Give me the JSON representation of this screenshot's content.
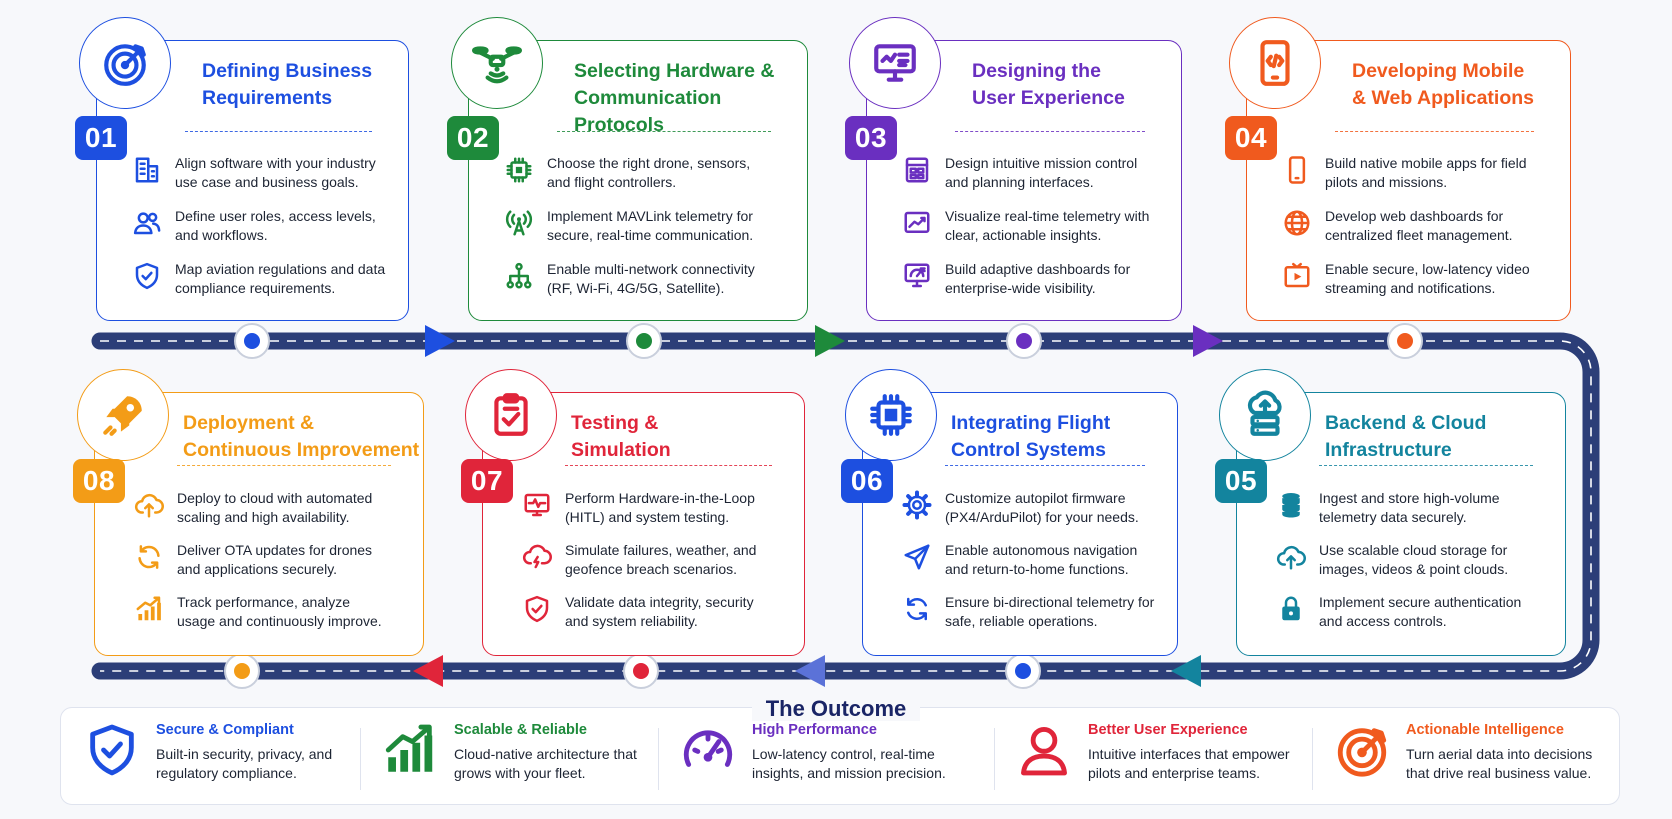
{
  "steps": [
    {
      "number": "01",
      "title": "Defining Business\nRequirements",
      "color": "#1d4fe0",
      "icon": "target-icon",
      "items": [
        {
          "icon": "building-icon",
          "text": "Align software with your industry use case and business goals."
        },
        {
          "icon": "users-icon",
          "text": "Define user roles, access levels, and workflows."
        },
        {
          "icon": "shield-check-icon",
          "text": "Map aviation regulations and data compliance requirements."
        }
      ]
    },
    {
      "number": "02",
      "title": "Selecting Hardware &\nCommunication Protocols",
      "color": "#1e8a3b",
      "icon": "drone-icon",
      "items": [
        {
          "icon": "chip-icon",
          "text": "Choose the right drone, sensors, and flight controllers."
        },
        {
          "icon": "antenna-icon",
          "text": "Implement MAVLink telemetry for secure, real-time communication."
        },
        {
          "icon": "network-icon",
          "text": "Enable multi-network connectivity (RF, Wi-Fi, 4G/5G, Satellite)."
        }
      ]
    },
    {
      "number": "03",
      "title": "Designing the\nUser Experience",
      "color": "#6a2fc0",
      "icon": "monitor-icon",
      "items": [
        {
          "icon": "layout-icon",
          "text": "Design intuitive mission control and planning interfaces."
        },
        {
          "icon": "chart-icon",
          "text": "Visualize real-time telemetry with clear, actionable insights."
        },
        {
          "icon": "dashboard-icon",
          "text": "Build adaptive dashboards for enterprise-wide visibility."
        }
      ]
    },
    {
      "number": "04",
      "title": "Developing Mobile\n& Web Applications",
      "color": "#f05a1e",
      "icon": "smartphone-code-icon",
      "items": [
        {
          "icon": "phone-icon",
          "text": "Build native mobile apps for field pilots and missions."
        },
        {
          "icon": "globe-icon",
          "text": "Develop web dashboards for centralized fleet management."
        },
        {
          "icon": "video-icon",
          "text": "Enable secure, low-latency video streaming and notifications."
        }
      ]
    },
    {
      "number": "05",
      "title": "Backend & Cloud\nInfrastructure",
      "color": "#13849e",
      "icon": "cloud-server-icon",
      "items": [
        {
          "icon": "database-icon",
          "text": "Ingest and store high-volume telemetry data securely."
        },
        {
          "icon": "cloud-upload-icon",
          "text": "Use scalable cloud storage for images, videos & point clouds."
        },
        {
          "icon": "lock-icon",
          "text": "Implement secure authentication and access controls."
        }
      ]
    },
    {
      "number": "06",
      "title": "Integrating Flight\nControl Systems",
      "color": "#1d4fe0",
      "icon": "processor-icon",
      "items": [
        {
          "icon": "gear-icon",
          "text": "Customize autopilot firmware (PX4/ArduPilot) for your needs."
        },
        {
          "icon": "navigation-icon",
          "text": "Enable autonomous navigation and return-to-home functions."
        },
        {
          "icon": "sync-icon",
          "text": "Ensure bi-directional telemetry for safe, reliable operations."
        }
      ]
    },
    {
      "number": "07",
      "title": "Testing &\nSimulation",
      "color": "#e0253a",
      "icon": "clipboard-check-icon",
      "items": [
        {
          "icon": "monitor-pulse-icon",
          "text": "Perform Hardware-in-the-Loop (HITL) and system testing."
        },
        {
          "icon": "storm-cloud-icon",
          "text": "Simulate failures, weather, and geofence breach scenarios."
        },
        {
          "icon": "shield-check-icon",
          "text": "Validate data integrity, security and system reliability."
        }
      ]
    },
    {
      "number": "08",
      "title": "Deployment &\nContinuous Improvement",
      "color": "#f39c17",
      "icon": "rocket-icon",
      "items": [
        {
          "icon": "cloud-upload-icon",
          "text": "Deploy to cloud with automated scaling and high availability."
        },
        {
          "icon": "refresh-icon",
          "text": "Deliver OTA updates for drones and applications securely."
        },
        {
          "icon": "growth-chart-icon",
          "text": "Track performance, analyze usage and continuously improve."
        }
      ]
    }
  ],
  "outcome": {
    "title": "The Outcome",
    "items": [
      {
        "title": "Secure & Compliant",
        "text": "Built-in security, privacy, and regulatory compliance.",
        "color": "#1d4fe0",
        "icon": "shield-check-icon"
      },
      {
        "title": "Scalable & Reliable",
        "text": "Cloud-native architecture that grows with your fleet.",
        "color": "#1e8a3b",
        "icon": "bar-growth-icon"
      },
      {
        "title": "High Performance",
        "text": "Low-latency control, real-time insights, and mission precision.",
        "color": "#6a2fc0",
        "icon": "speedometer-icon"
      },
      {
        "title": "Better User Experience",
        "text": "Intuitive interfaces that empower pilots and enterprise teams.",
        "color": "#e0253a",
        "icon": "user-icon"
      },
      {
        "title": "Actionable Intelligence",
        "text": "Turn aerial data into decisions that drive real business value.",
        "color": "#f05a1e",
        "icon": "target-icon"
      }
    ]
  }
}
